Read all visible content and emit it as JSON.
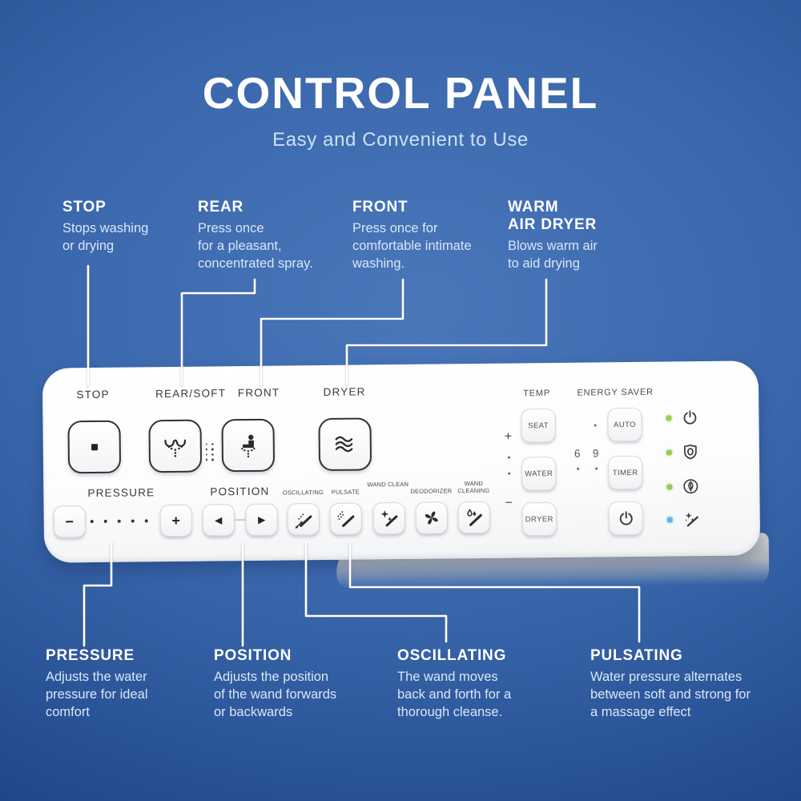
{
  "header": {
    "title": "CONTROL PANEL",
    "subtitle": "Easy and Convenient to Use"
  },
  "callouts_top": [
    {
      "heading": "STOP",
      "body": "Stops washing\nor drying"
    },
    {
      "heading": "REAR",
      "body": "Press once\nfor a pleasant,\nconcentrated spray."
    },
    {
      "heading": "FRONT",
      "body": "Press once for\ncomfortable intimate\nwashing."
    },
    {
      "heading": "WARM\nAIR DRYER",
      "body": "Blows warm air\nto aid drying"
    }
  ],
  "callouts_bottom": [
    {
      "heading": "PRESSURE",
      "body": "Adjusts the water\npressure for ideal\ncomfort"
    },
    {
      "heading": "POSITION",
      "body": "Adjusts the position\nof the wand forwards\nor backwards"
    },
    {
      "heading": "OSCILLATING",
      "body": "The wand moves\nback and forth for a\nthorough cleanse."
    },
    {
      "heading": "PULSATING",
      "body": "Water pressure alternates\nbetween soft and strong for\na massage effect"
    }
  ],
  "panel": {
    "labels": {
      "stop": "STOP",
      "rear_soft": "REAR/SOFT",
      "front": "FRONT",
      "dryer": "DRYER",
      "pressure": "PRESSURE",
      "position": "POSITION",
      "temp": "TEMP",
      "energy_saver": "ENERGY SAVER"
    },
    "small_labels": {
      "oscillating": "OSCILLATING",
      "pulsate": "PULSATE",
      "wand_clean": "WAND CLEAN",
      "deodorizer": "DEODORIZER",
      "wand_cleaning": "WAND CLEANING"
    },
    "text_buttons": {
      "seat": "SEAT",
      "water": "WATER",
      "dryer": "DRYER",
      "auto": "AUTO",
      "timer": "TIMER"
    },
    "glyphs": {
      "pressure_minus": "−",
      "pressure_plus": "+",
      "arrow_left": "◀",
      "arrow_right": "▶",
      "temp_plus": "+",
      "temp_minus": "−"
    },
    "timer_digits": {
      "six": "6",
      "nine": "9"
    },
    "colors": {
      "led_green": "#9ccb53",
      "led_blue": "#62b8e8"
    }
  }
}
